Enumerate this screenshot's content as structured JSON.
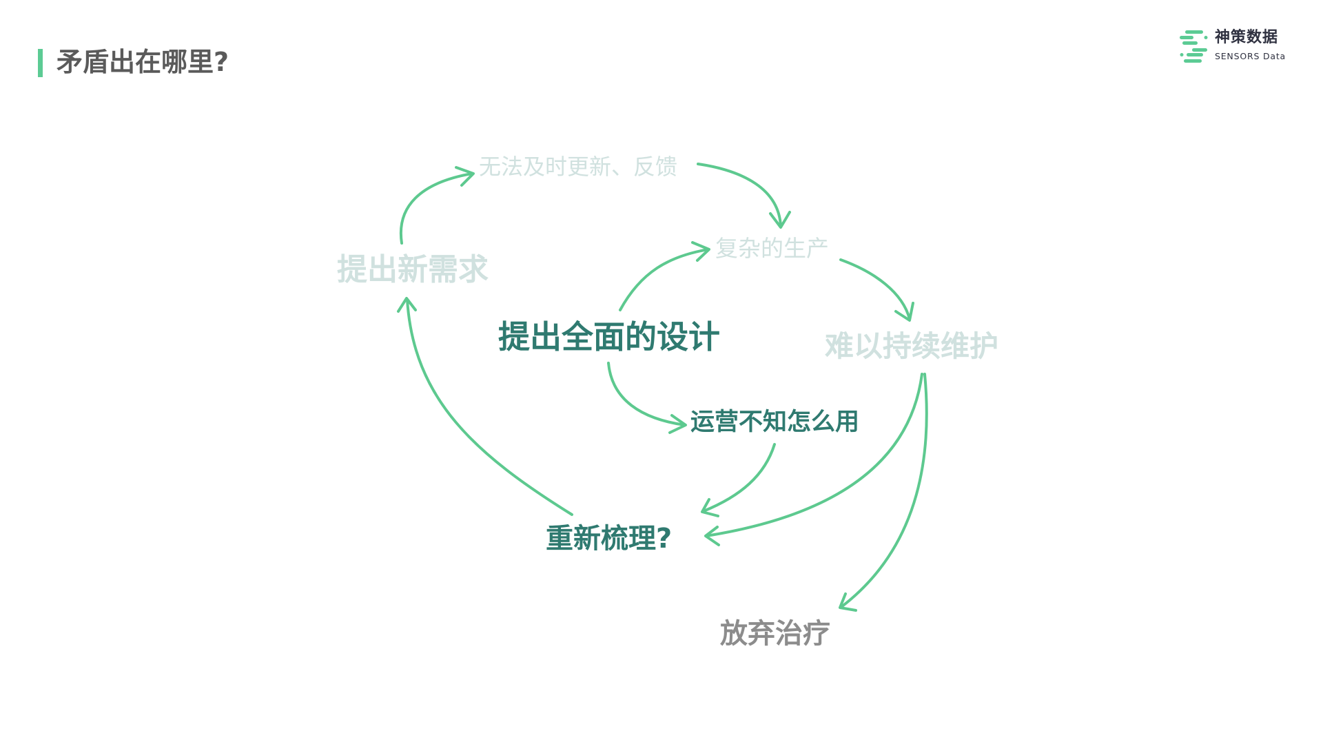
{
  "header": {
    "title": "矛盾出在哪里?"
  },
  "logo": {
    "name_cn": "神策数据",
    "name_en": "SENSORS Data"
  },
  "diagram": {
    "nodes": {
      "new_requirement": "提出新需求",
      "no_timely_update": "无法及时更新、反馈",
      "complex_production": "复杂的生产",
      "comprehensive_design": "提出全面的设计",
      "hard_to_maintain": "难以持续维护",
      "ops_dont_know": "运营不知怎么用",
      "reorganize": "重新梳理?",
      "give_up": "放弃治疗"
    }
  },
  "colors": {
    "accent": "#5ccb94",
    "arrow": "#5dc98f",
    "teal": "#2f7a70",
    "faded": "#d0e1df",
    "gray": "#8c8c8c"
  }
}
